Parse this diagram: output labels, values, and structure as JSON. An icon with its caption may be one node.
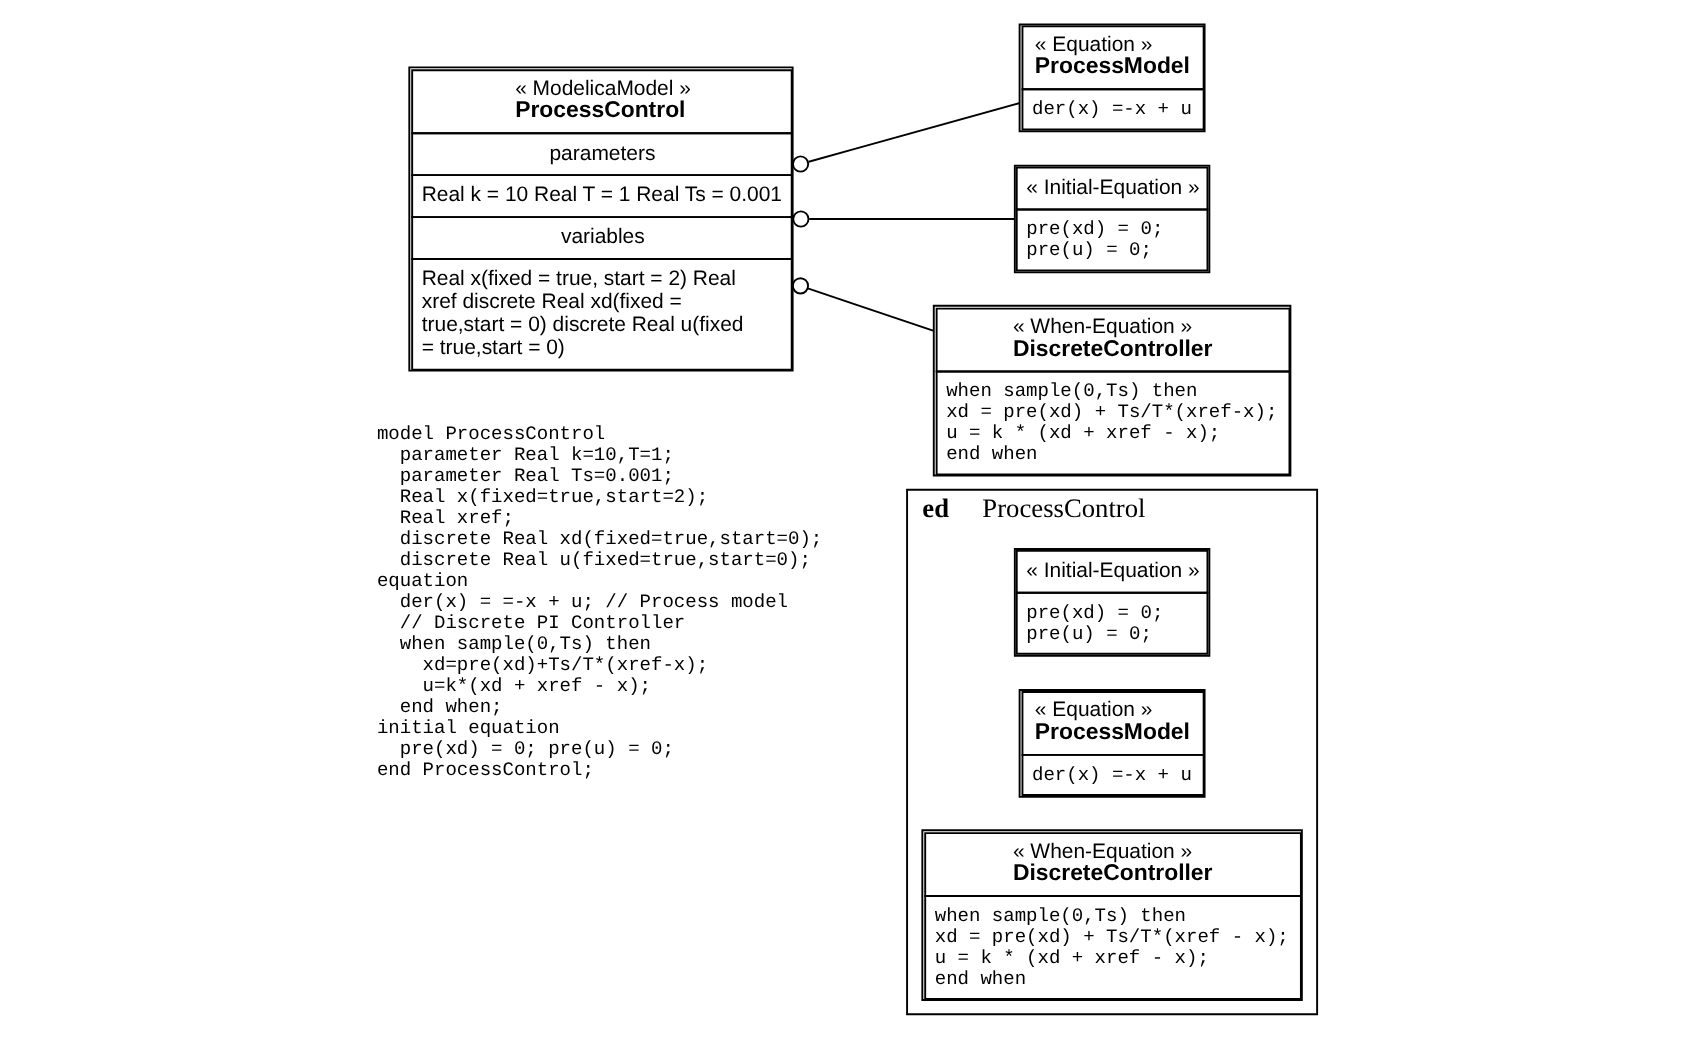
{
  "diagram": {
    "nodes": [
      {
        "text": [
          "ed",
          "ProcessControl"
        ]
      },
      {
        "text": [
          "« Initial-Equation »",
          "pre(xd) = 0; pre(u) = 0;"
        ],
        "in": 0
      },
      {
        "text": [
          "« Equation »",
          "ProcessModel",
          "der(x) =-x + u"
        ],
        "in": 0
      },
      {
        "text": [
          "« When-Equation »",
          "DiscreteController",
          "when sample(0,Ts) then xd = pre(xd) + Ts/T*(xref - x); u = k * (xd + xref - x); end when"
        ],
        "in": 0
      },
      {
        "text": [
          "« ModelicaModel »",
          "ProcessControl",
          "parameters",
          "Real k = 10 Real T = 1 Real Ts = 0.001",
          "variables",
          "Real x(fixed = true, start = 2) Real xref discrete Real xd(fixed = true,start = 0) discrete Real u(fixed = true,start = 0)"
        ]
      },
      {
        "text": [
          "« Equation »",
          "ProcessModel",
          "der(x) =-x + u"
        ]
      },
      {
        "text": [
          "« Initial-Equation »",
          "pre(xd) = 0; pre(u) = 0;"
        ]
      },
      {
        "text": [
          "« When-Equation »",
          "DiscreteController",
          "when sample(0,Ts) then xd = pre(xd) + Ts/T*(xref-x); u = k * (xd + xref - x); end when"
        ]
      }
    ],
    "edges": [
      {
        "from": 4,
        "to": 5,
        "arrow": "other"
      },
      {
        "from": 4,
        "to": 6,
        "arrow": "other"
      },
      {
        "from": 4,
        "to": 7,
        "arrow": "other"
      }
    ],
    "labels": [
      "model ProcessControl",
      "parameter Real k=10,T=1;",
      "parameter Real Ts=0.001;",
      "Real x(fixed=true,start=2);",
      "Real xref;",
      "discrete Real xd(fixed=true,start=0);",
      "discrete Real u(fixed=true,start=0);",
      "equation",
      "der(x) = =-x + u; // Process model",
      "// Discrete PI Controller",
      "when sample(0,Ts) then",
      "xd=pre(xd)+Ts/T*(xref-x);",
      "u=k*(xd + xref - x);",
      "end when;",
      "initial equation",
      "pre(xd) = 0; pre(u) = 0;",
      "end ProcessControl;"
    ]
  }
}
